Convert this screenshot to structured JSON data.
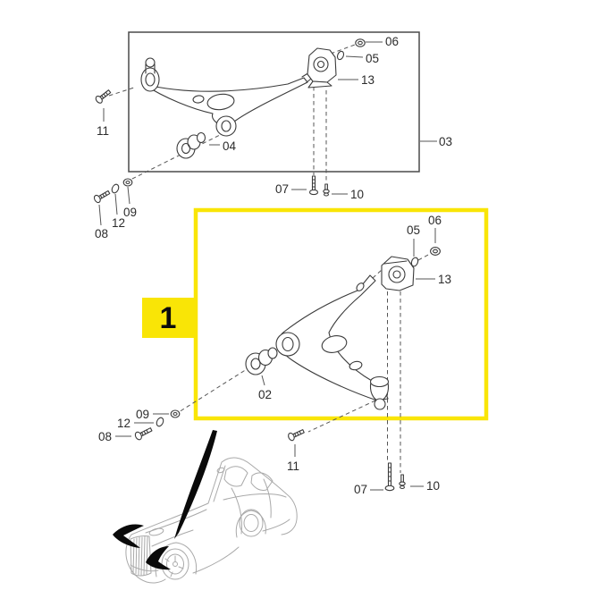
{
  "palette": {
    "highlight_yellow": "#F9E506",
    "diagram_line": "#3b3b3b",
    "leader_gray": "#555555",
    "sketch_gray": "#a9a9a9",
    "label_text": "#2b2b2b"
  },
  "top_assembly": {
    "frame_label": "03",
    "callouts": {
      "nut": "06",
      "washer": "05",
      "bracket": "13",
      "front_bolt": "11",
      "rear_bushing": "04",
      "rear_nut": "09",
      "rear_washer": "12",
      "rear_bolt": "08",
      "balljoint_bolt": "07",
      "balljoint_stud": "10"
    }
  },
  "selected_assembly": {
    "badge": "1",
    "callouts": {
      "washer": "05",
      "nut": "06",
      "bracket": "13",
      "front_bushing": "02",
      "rear_nut": "09",
      "rear_washer": "12",
      "rear_bolt": "08",
      "front_bolt": "11",
      "balljoint_bolt": "07",
      "balljoint_stud": "10"
    }
  }
}
